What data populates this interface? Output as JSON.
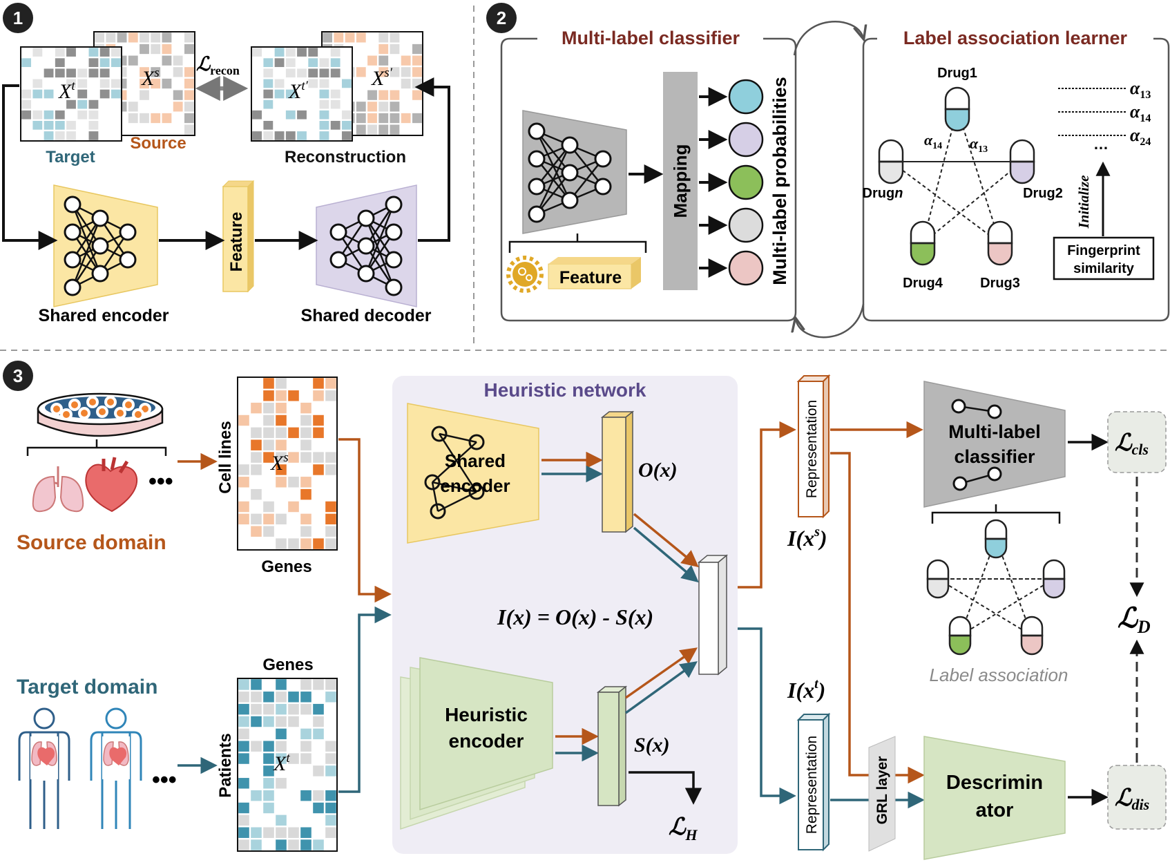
{
  "colors": {
    "source": "#b5561a",
    "target": "#2f6678",
    "panel_title": "#7a2a22",
    "heuristic_title": "#5a4a8a",
    "encoder_yellow": "#fbe6a4",
    "decoder_purple": "#dcd6ea",
    "heuristic_green": "#d6e5c3",
    "classifier_gray": "#b7b7b7",
    "heuristic_panel_bg": "#efedf5",
    "loss_box_bg": "#e9ece6"
  },
  "icons": [
    "petri-dish-icon",
    "lungs-icon",
    "heart-icon",
    "human-body-icon",
    "capsule-icon",
    "gear-icon"
  ],
  "panel1": {
    "badge": "1",
    "target_matrix_symbol": "X",
    "target_matrix_sup": "t",
    "source_matrix_symbol": "X",
    "source_matrix_sup": "s",
    "recon_loss_symbol": "ℒ",
    "recon_loss_sub": "recon",
    "recon_target_symbol": "X",
    "recon_target_sup": "t′",
    "recon_source_symbol": "X",
    "recon_source_sup": "s′",
    "target_label": "Target",
    "source_label": "Source",
    "reconstruction_label": "Reconstruction",
    "feature_label": "Feature",
    "shared_encoder_label": "Shared encoder",
    "shared_decoder_label": "Shared decoder"
  },
  "panel2": {
    "badge": "2",
    "classifier_title": "Multi-label classifier",
    "learner_title": "Label association learner",
    "feature_label": "Feature",
    "mapping_label": "Mapping",
    "probabilities_label": "Multi-label probabilities",
    "output_colors": [
      "#8fcfdc",
      "#d6cfe6",
      "#8cbf5a",
      "#dcdcdc",
      "#ecc6c4"
    ],
    "drugs": [
      {
        "label": "Drug1",
        "color": "#8fcfdc"
      },
      {
        "label": "Drug2",
        "color": "#d6cfe6"
      },
      {
        "label": "Drug3",
        "color": "#ecc6c4"
      },
      {
        "label": "Drug4",
        "color": "#8cbf5a"
      },
      {
        "label": "Drug",
        "label_italic_suffix": "n",
        "color": "#e6e6e6"
      }
    ],
    "edge_alpha_left": "α",
    "edge_alpha_left_sub": "14",
    "edge_alpha_right": "α",
    "edge_alpha_right_sub": "13",
    "alpha_list": [
      {
        "symbol": "α",
        "sub": "13"
      },
      {
        "symbol": "α",
        "sub": "14"
      },
      {
        "symbol": "α",
        "sub": "24"
      }
    ],
    "alpha_ellipsis": "…",
    "initialize_label": "Initialize",
    "fingerprint_line1": "Fingerprint",
    "fingerprint_line2": "similarity"
  },
  "panel3": {
    "badge": "3",
    "source_domain_label": "Source domain",
    "target_domain_label": "Target domain",
    "ellipsis": "•••",
    "cell_lines_label": "Cell lines",
    "genes_label_top": "Genes",
    "genes_label_bottom": "Genes",
    "patients_label": "Patients",
    "source_matrix_symbol": "X",
    "source_matrix_sup": "s",
    "target_matrix_symbol": "X",
    "target_matrix_sup": "t",
    "heuristic_network_title": "Heuristic network",
    "shared_encoder_line1": "Shared",
    "shared_encoder_line2": "encoder",
    "heuristic_encoder_line1": "Heuristic",
    "heuristic_encoder_line2": "encoder",
    "o_of_x": "O(x)",
    "s_of_x": "S(x)",
    "equation": "I(x) = O(x) - S(x)",
    "loss_h_symbol": "ℒ",
    "loss_h_sub": "H",
    "representation_label": "Representation",
    "i_xs_symbol": "I(x",
    "i_xs_sup": "s",
    "i_xs_close": ")",
    "i_xt_symbol": "I(x",
    "i_xt_sup": "t",
    "i_xt_close": ")",
    "classifier_line1": "Multi-label",
    "classifier_line2": "classifier",
    "label_association_label": "Label association",
    "grl_label": "GRL layer",
    "discriminator_line1": "Descrimin",
    "discriminator_line2": "ator",
    "loss_cls_symbol": "ℒ",
    "loss_cls_sub": "cls",
    "loss_dis_symbol": "ℒ",
    "loss_dis_sub": "dis",
    "loss_d_symbol": "ℒ",
    "loss_d_sub": "D"
  }
}
